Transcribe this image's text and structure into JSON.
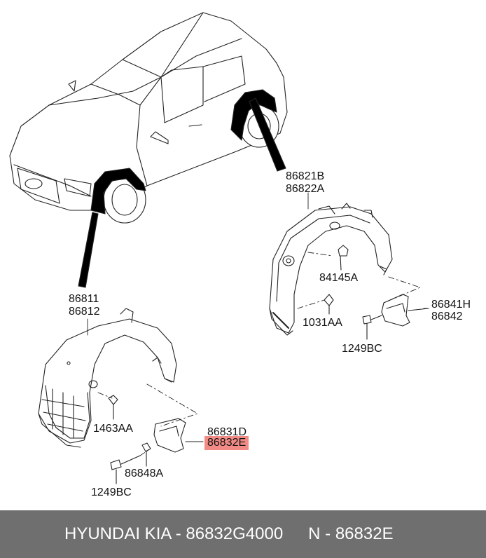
{
  "labels": {
    "rear_guard": [
      "86821B",
      "86822A"
    ],
    "rear_nut": "84145A",
    "rear_clip": "1031AA",
    "rear_flap": [
      "86841H",
      "86842"
    ],
    "rear_screw": "1249BC",
    "front_guard": [
      "86811",
      "86812"
    ],
    "front_clip": "1463AA",
    "front_flap": [
      "86831D",
      "86832E"
    ],
    "front_nut": "86848A",
    "front_screw": "1249BC"
  },
  "highlight_color": "#f28b86",
  "footer": {
    "part_text": "HYUNDAI  KIA - 86832G4000",
    "number_text": "N - 86832E"
  }
}
